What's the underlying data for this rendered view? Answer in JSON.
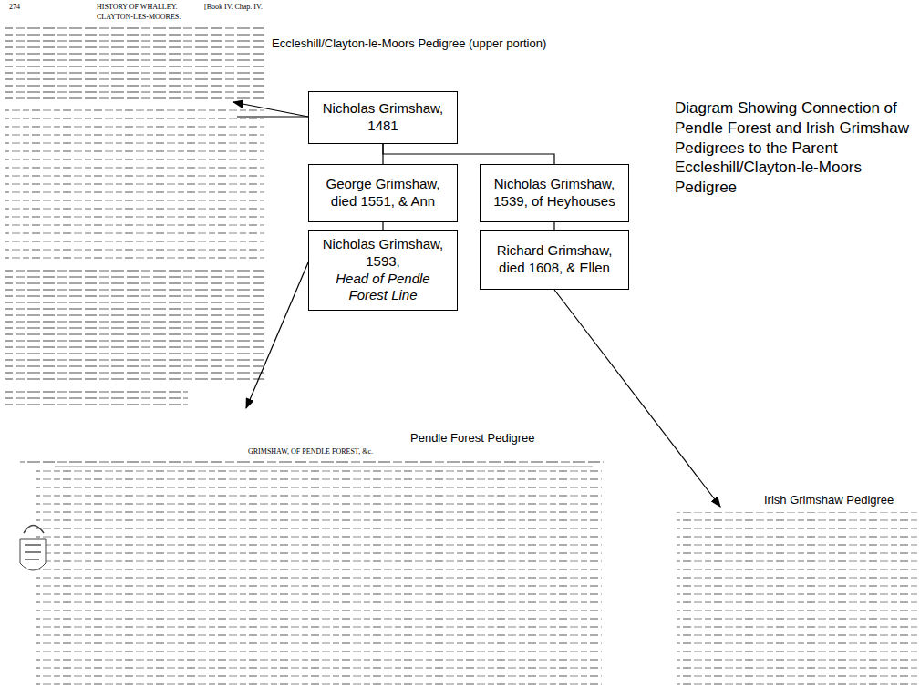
{
  "diagram": {
    "title": "Diagram Showing Connection of Pendle Forest and Irish Grimshaw Pedigrees to the Parent Eccleshill/Clayton-le-Moors Pedigree",
    "nodes": [
      {
        "text": [
          "Nicholas Grimshaw, 1481"
        ]
      },
      {
        "text": [
          "George Grimshaw, died 1551, & Ann"
        ]
      },
      {
        "text": [
          "Nicholas Grimshaw, 1539, of Heyhouses"
        ]
      },
      {
        "text": [
          "Nicholas Grimshaw, 1593,",
          "Head of Pendle Forest Line"
        ]
      },
      {
        "text": [
          "Richard Grimshaw, died 1608, & Ellen"
        ]
      }
    ],
    "edges": [
      {
        "from": 0,
        "to": 1,
        "arrow": "none"
      },
      {
        "from": 0,
        "to": 2,
        "arrow": "none"
      },
      {
        "from": 1,
        "to": 3,
        "arrow": "none"
      },
      {
        "from": 2,
        "to": 4,
        "arrow": "none"
      }
    ],
    "labels": [
      "Eccleshill/Clayton-le-Moors Pedigree (upper portion)",
      "Pendle Forest Pedigree",
      "Irish Grimshaw Pedigree",
      "274",
      "HISTORY OF WHALLEY.",
      "[Book IV. Chap. IV.",
      "CLAYTON-LES-MOORES.",
      "GRIMSHAW, OF PENDLE FOREST, &c."
    ]
  }
}
